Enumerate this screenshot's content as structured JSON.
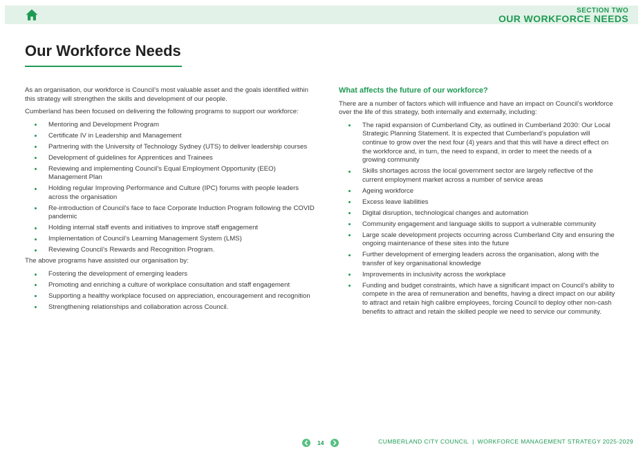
{
  "header": {
    "home_icon": "home-icon",
    "section_label": "SECTION TWO",
    "section_title": "OUR WORKFORCE NEEDS"
  },
  "page_title": "Our Workforce Needs",
  "left_column": {
    "intro": "As an organisation, our workforce is Council’s most valuable asset and the goals identified within this strategy will strengthen the skills and development of our people.",
    "programs_intro": "Cumberland has been focused on delivering the following programs to support our workforce:",
    "programs": [
      "Mentoring and Development Program",
      "Certificate IV in Leadership and Management",
      "Partnering with the University of Technology Sydney (UTS) to deliver leadership courses",
      "Development of guidelines for Apprentices and Trainees",
      "Reviewing and implementing Council’s Equal Employment Opportunity (EEO) Management Plan",
      "Holding regular Improving Performance and Culture (IPC) forums with people leaders across the organisation",
      "Re-introduction of Council’s face to face Corporate Induction Program following the COVID pandemic",
      "Holding internal staff events and initiatives to improve staff engagement",
      "Implementation of Council’s Learning Management System (LMS)",
      "Reviewing Council’s Rewards and Recognition Program."
    ],
    "assisted_intro": "The above programs have assisted our organisation by:",
    "assisted": [
      "Fostering the development of emerging leaders",
      "Promoting and enriching a culture of workplace consultation and staff engagement",
      "Supporting a healthy workplace focused on appreciation, encouragement and recognition",
      "Strengthening relationships and collaboration across Council."
    ]
  },
  "right_column": {
    "heading": "What affects the future of our workforce?",
    "intro": "There are a number of factors which will influence and have an impact on Council’s workforce over the life of this strategy, both internally and externally, including:",
    "factors": [
      "The rapid expansion of Cumberland City, as outlined in Cumberland 2030: Our Local Strategic Planning Statement. It is expected that Cumberland’s population will continue to grow over the next four (4) years and that this will have a direct effect on the workforce and, in turn, the need to expand, in order to meet the needs of a growing community",
      "Skills shortages across the local government sector are largely reflective of the current employment market across a number of service areas",
      "Ageing workforce",
      "Excess leave liabilities",
      "Digital disruption, technological changes and automation",
      "Community engagement and language skills to support a vulnerable community",
      "Large scale development projects occurring across Cumberland City and ensuring the ongoing maintenance of these sites into the future",
      "Further development of emerging leaders across the organisation, along with the transfer of key organisational knowledge",
      "Improvements in inclusivity across the workplace",
      "Funding and budget constraints, which have a significant impact on Council’s ability to compete in the area of remuneration and benefits, having a direct impact on our ability to attract and retain high calibre employees, forcing Council to deploy other non-cash benefits to attract and retain the skilled people we need to service our community."
    ]
  },
  "footer": {
    "prev_icon": "chevron-left-icon",
    "next_icon": "chevron-right-icon",
    "page_number": "14",
    "org": "CUMBERLAND CITY COUNCIL",
    "separator": "|",
    "doc_title": "WORKFORCE MANAGEMENT STRATEGY 2025-2029"
  },
  "colors": {
    "accent": "#1f9a54",
    "header_bg": "#e3f2e8",
    "nav_button": "#58c083",
    "body_text": "#3a3a3a"
  }
}
